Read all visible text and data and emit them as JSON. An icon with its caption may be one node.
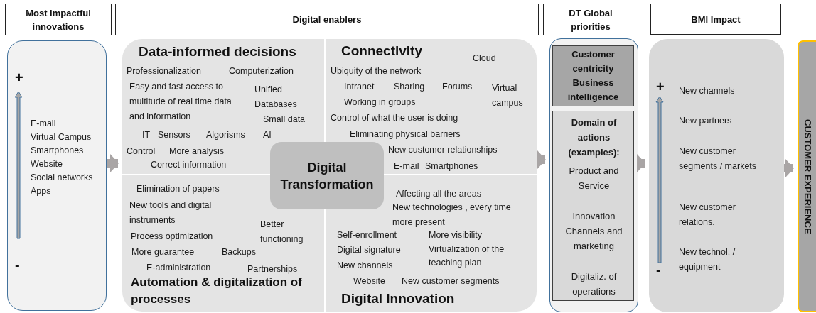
{
  "diagram": {
    "nodes": [
      {
        "text": [
          "Most impactful innovations"
        ]
      },
      {
        "text": [
          "Digital enablers"
        ]
      },
      {
        "text": [
          "DT Global priorities"
        ]
      },
      {
        "text": [
          "BMI Impact"
        ]
      },
      {
        "text": [
          "+",
          "E-mail",
          "Virtual Campus",
          "Smartphones",
          "Website",
          "Social networks",
          "Apps",
          "-"
        ]
      },
      {
        "text": [],
        "shape": "box"
      },
      {
        "text": [
          "Data-informed decisions",
          "Professionalization",
          "Computerization",
          "Easy and fast access to multitude of real time data and information",
          "Unified Databases",
          "Small data",
          "IT",
          "Sensors",
          "Algorisms",
          "AI",
          "Control",
          "More analysis",
          "Correct information"
        ],
        "in": 5
      },
      {
        "text": [
          "Connectivity",
          "Cloud",
          "Ubiquity of the network",
          "Intranet",
          "Sharing",
          "Forums",
          "Virtual campus",
          "Working in groups",
          "Control of what the user is doing",
          "Eliminating physical barriers",
          "New customer relationships",
          "E-mail",
          "Smartphones"
        ],
        "in": 5
      },
      {
        "text": [
          "Digital Transformation"
        ],
        "in": 5
      },
      {
        "text": [
          "Elimination of papers",
          "New tools and digital instruments",
          "Better functioning",
          "Process optimization",
          "More guarantee",
          "Backups",
          "E-administration",
          "Partnerships",
          "Automation & digitalization of processes"
        ],
        "in": 5
      },
      {
        "text": [
          "Affecting all the areas",
          "New technologies , every time more present",
          "Self-enrollment",
          "More visibility",
          "Digital signature",
          "Virtualization of the teaching plan",
          "New channels",
          "Website",
          "New customer segments",
          "Digital Innovation"
        ],
        "in": 5
      },
      {
        "text": [],
        "shape": "box"
      },
      {
        "text": [
          "Customer centricity Business intelligence"
        ],
        "in": 11
      },
      {
        "text": [
          "Domain of actions (examples):",
          "Product and Service",
          "Innovation Channels and marketing",
          "Digitaliz. of operations"
        ],
        "in": 11
      },
      {
        "text": [
          "+",
          "New channels",
          "New partners",
          "New customer segments / markets",
          "New customer relations.",
          "New technol. / equipment",
          "-"
        ]
      },
      {
        "text": [
          "CUSTOMER EXPERIENCE"
        ]
      }
    ],
    "edges": [
      {
        "from": 4,
        "to": 5,
        "arrow": "to"
      },
      {
        "from": 5,
        "to": 11,
        "arrow": "to"
      },
      {
        "from": 11,
        "to": 14,
        "arrow": "to"
      },
      {
        "from": 14,
        "to": 15,
        "arrow": "to"
      }
    ]
  }
}
